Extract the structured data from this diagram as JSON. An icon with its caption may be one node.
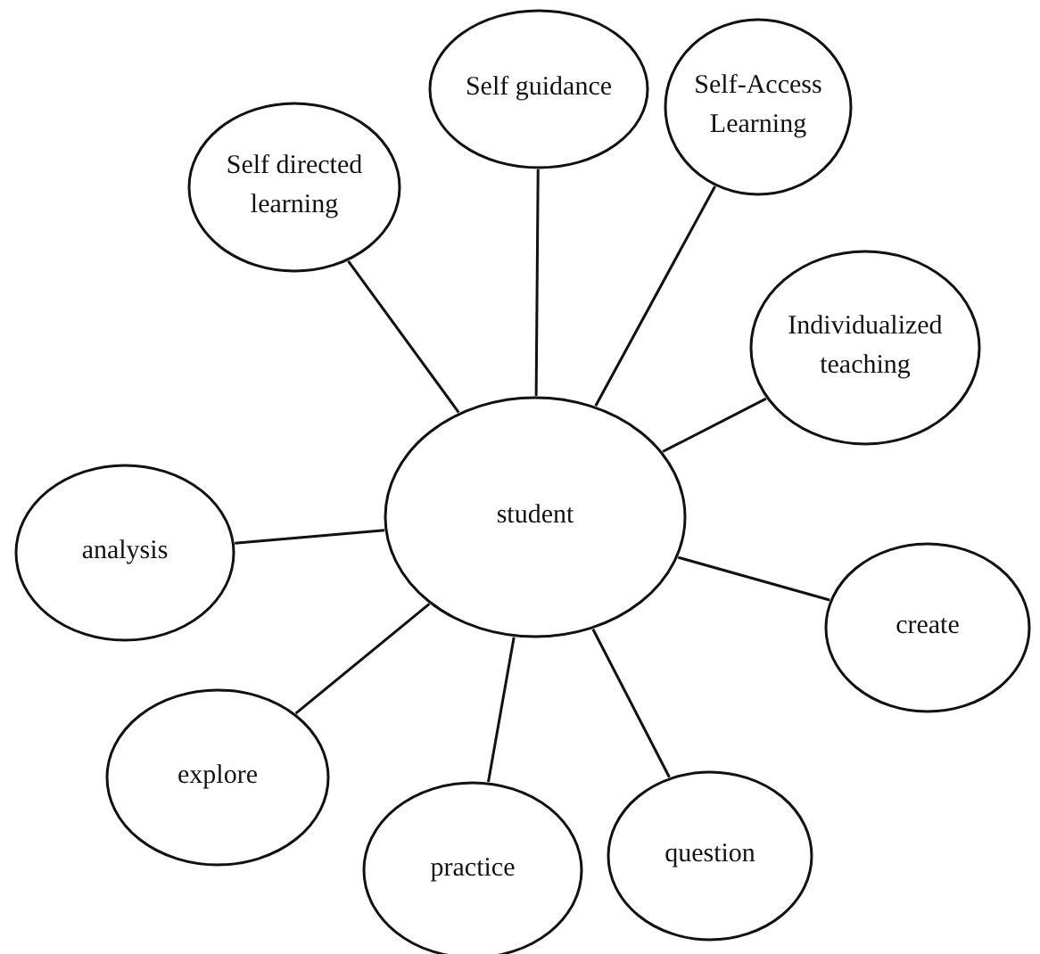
{
  "diagram": {
    "nodes": [
      {
        "text": [
          "Self guidance"
        ]
      },
      {
        "text": [
          "Self-Access Learning"
        ]
      },
      {
        "text": [
          "Self directed learning"
        ]
      },
      {
        "text": [
          "Individualized teaching"
        ]
      },
      {
        "text": [
          "student"
        ]
      },
      {
        "text": [
          "analysis"
        ]
      },
      {
        "text": [
          "create"
        ]
      },
      {
        "text": [
          "explore"
        ]
      },
      {
        "text": [
          "question"
        ]
      },
      {
        "text": [
          "practice"
        ]
      }
    ],
    "edges": [
      {
        "from": 4,
        "to": 0,
        "arrow": "none"
      },
      {
        "from": 4,
        "to": 1,
        "arrow": "none"
      },
      {
        "from": 4,
        "to": 2,
        "arrow": "none"
      },
      {
        "from": 4,
        "to": 3,
        "arrow": "none"
      },
      {
        "from": 4,
        "to": 5,
        "arrow": "none"
      },
      {
        "from": 4,
        "to": 6,
        "arrow": "none"
      },
      {
        "from": 4,
        "to": 7,
        "arrow": "none"
      },
      {
        "from": 4,
        "to": 8,
        "arrow": "none"
      },
      {
        "from": 4,
        "to": 9,
        "arrow": "none"
      }
    ]
  }
}
